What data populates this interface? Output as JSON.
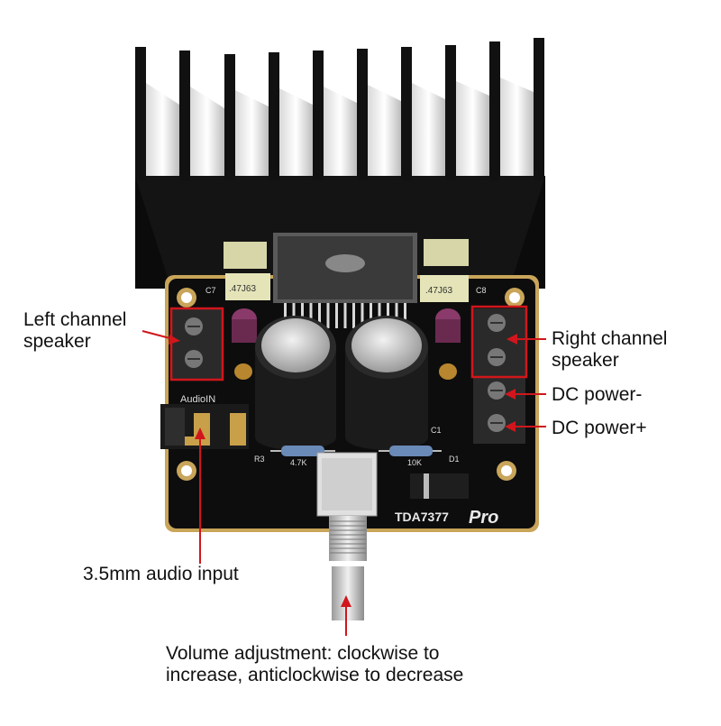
{
  "board": {
    "model_text": "TDA7377",
    "model_suffix": "Pro",
    "audio_jack_silk": "AudioIN",
    "cap_left_code": ".47J63",
    "cap_right_code": ".47J63",
    "cap_left_ref": "C7",
    "cap_right_ref": "C8",
    "resistor_left": "4.7K",
    "resistor_right": "10K",
    "r3_ref": "R3",
    "c1_ref": "C1",
    "d1_ref": "D1"
  },
  "annotations": {
    "left_speaker": [
      "Left channel",
      "speaker"
    ],
    "right_speaker": [
      "Right channel",
      "speaker"
    ],
    "dc_minus": "DC power-",
    "dc_plus": "DC power+",
    "audio_input": "3.5mm audio input",
    "volume": [
      "Volume adjustment: clockwise to",
      "increase, anticlockwise to decrease"
    ]
  },
  "colors": {
    "annotation_red": "#d0161c",
    "pcb_black": "#0d0d0d",
    "heatsink": "#151515",
    "pcb_edge_gold": "#c9a55a",
    "terminal_block": "#2a2a2a",
    "capacitor_body": "#1b1b1b",
    "capacitor_top": "#c8c8c8"
  }
}
